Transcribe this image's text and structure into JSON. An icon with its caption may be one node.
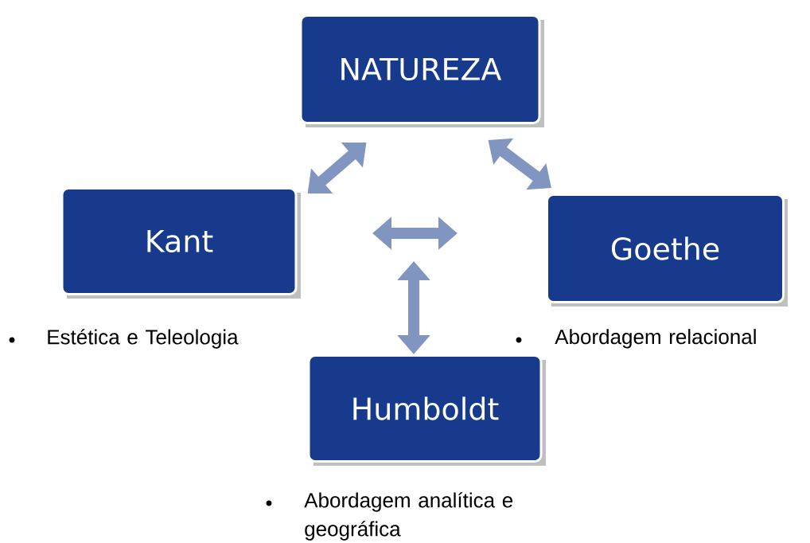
{
  "diagram": {
    "nodes": [
      {
        "text": [
          "NATUREZA"
        ]
      },
      {
        "text": [
          "Kant"
        ],
        "beside": [
          "Estética e Teleologia"
        ]
      },
      {
        "text": [
          "Goethe"
        ],
        "beside": [
          "Abordagem relacional"
        ]
      },
      {
        "text": [
          "Humboldt"
        ],
        "beside": [
          "Abordagem analítica e geográfica"
        ]
      }
    ],
    "edges": [
      {
        "from": 1,
        "to": 0,
        "arrow": "both"
      },
      {
        "from": 0,
        "to": 2,
        "arrow": "both"
      },
      {
        "from": null,
        "to": 3,
        "arrow": "both"
      }
    ]
  }
}
